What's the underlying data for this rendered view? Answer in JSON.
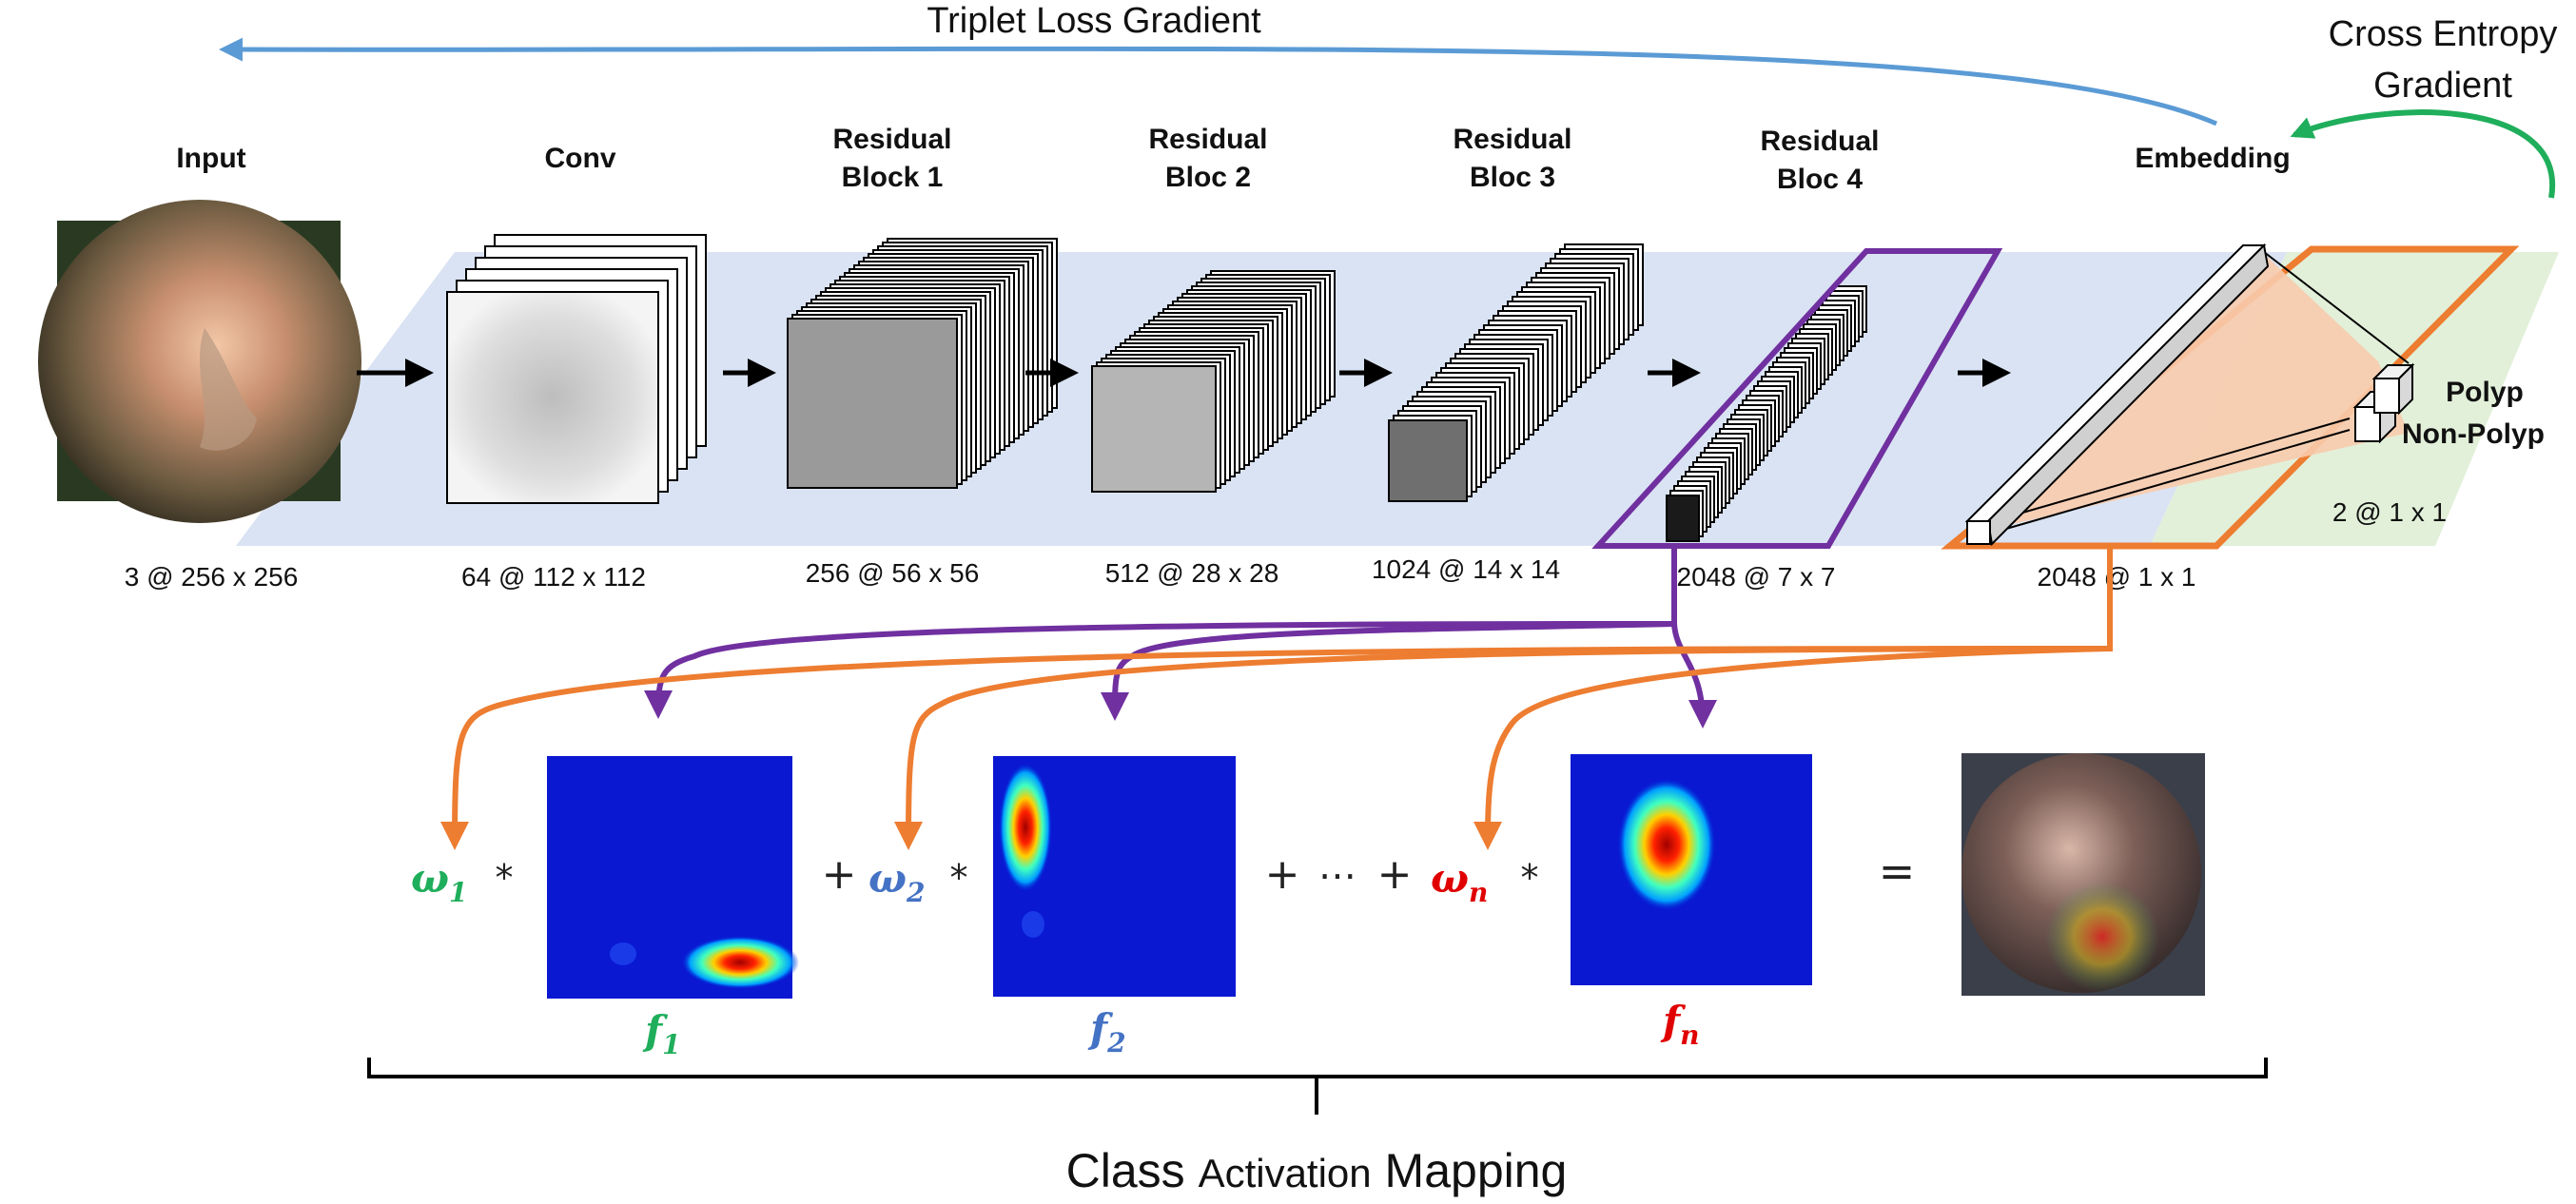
{
  "top": {
    "triplet_loss": "Triplet Loss Gradient",
    "cross_entropy_line1": "Cross Entropy",
    "cross_entropy_line2": "Gradient"
  },
  "stages": {
    "input": {
      "title": "Input",
      "dims": "3 @ 256 x 256"
    },
    "conv": {
      "title": "Conv",
      "dims": "64 @ 112 x 112"
    },
    "res1": {
      "title_line1": "Residual",
      "title_line2": "Block 1",
      "dims": "256 @ 56 x 56"
    },
    "res2": {
      "title_line1": "Residual",
      "title_line2": "Bloc 2",
      "dims": "512 @ 28 x 28"
    },
    "res3": {
      "title_line1": "Residual",
      "title_line2": "Bloc 3",
      "dims": "1024 @ 14 x 14"
    },
    "res4": {
      "title_line1": "Residual",
      "title_line2": "Bloc 4",
      "dims": "2048 @ 7 x 7"
    },
    "embedding": {
      "title": "Embedding",
      "dims": "2048 @ 1 x 1"
    },
    "output": {
      "class1": "Polyp",
      "class2": "Non-Polyp",
      "dims": "2 @ 1 x 1"
    }
  },
  "cam": {
    "w1": "ω",
    "w1_sub": "1",
    "w2": "ω",
    "w2_sub": "2",
    "wn": "ω",
    "wn_sub": "n",
    "f1": "f",
    "f1_sub": "1",
    "f2": "f",
    "f2_sub": "2",
    "fn": "f",
    "fn_sub": "n",
    "mul": "*",
    "plus": "+",
    "ellipsis": "⋯",
    "equals": "=",
    "caption_a": "Class ",
    "caption_b": "Activation",
    "caption_c": " Mapping"
  },
  "colors": {
    "plane_blue": "#dae3f3",
    "plane_green": "#e2f0d9",
    "triplet_arrow": "#5b9bd5",
    "ce_arrow": "#1fae5b",
    "purple": "#7030a0",
    "orange": "#ed7d31",
    "green_text": "#1fae5b",
    "blue_text": "#4472c4",
    "red_text": "#e00000",
    "fc_fill": "#f8cbad"
  }
}
